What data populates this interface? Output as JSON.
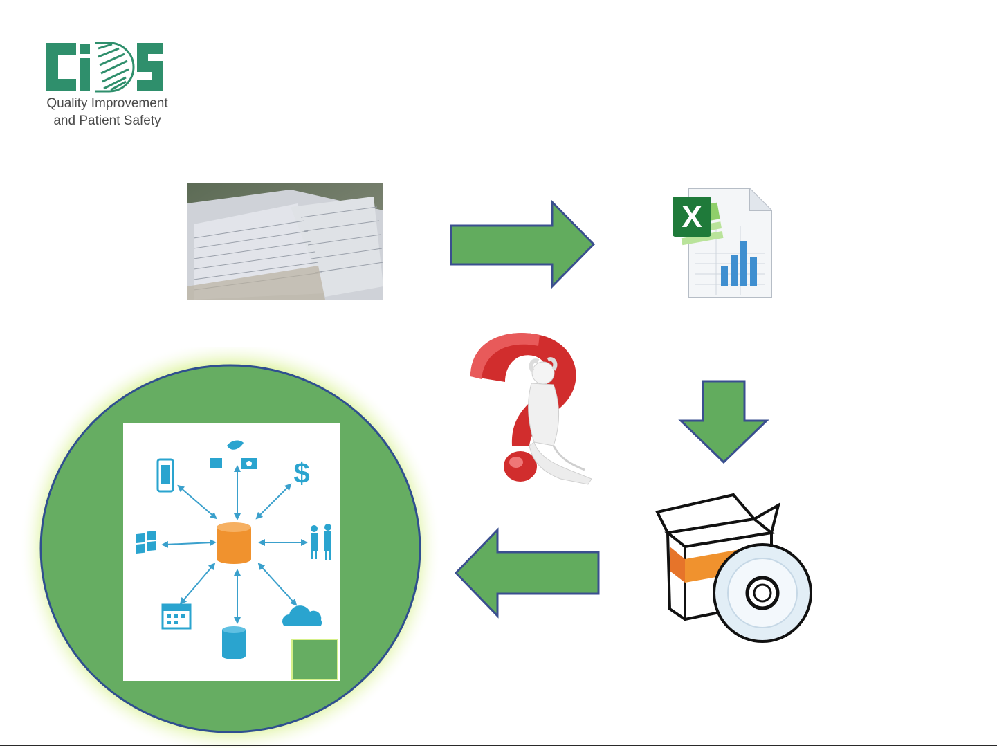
{
  "logo": {
    "line1": "Quality Improvement",
    "line2": "and Patient Safety"
  },
  "icons": {
    "paper_records": "paper-ledger-photo",
    "spreadsheet": "excel-spreadsheet-icon",
    "confusion": "question-mark-person-icon",
    "software": "software-box-cd-icon",
    "database_hub": "central-database-network-icon"
  },
  "colors": {
    "arrow_fill": "#62ac5e",
    "arrow_stroke": "#3a4f8f",
    "circle_fill": "#66ad62",
    "circle_stroke": "#2f4f8f",
    "circle_glow": "#d6f08a",
    "logo_green": "#2f8f6c",
    "hub_orange": "#f0922e",
    "hub_blue": "#2aa4cf"
  }
}
